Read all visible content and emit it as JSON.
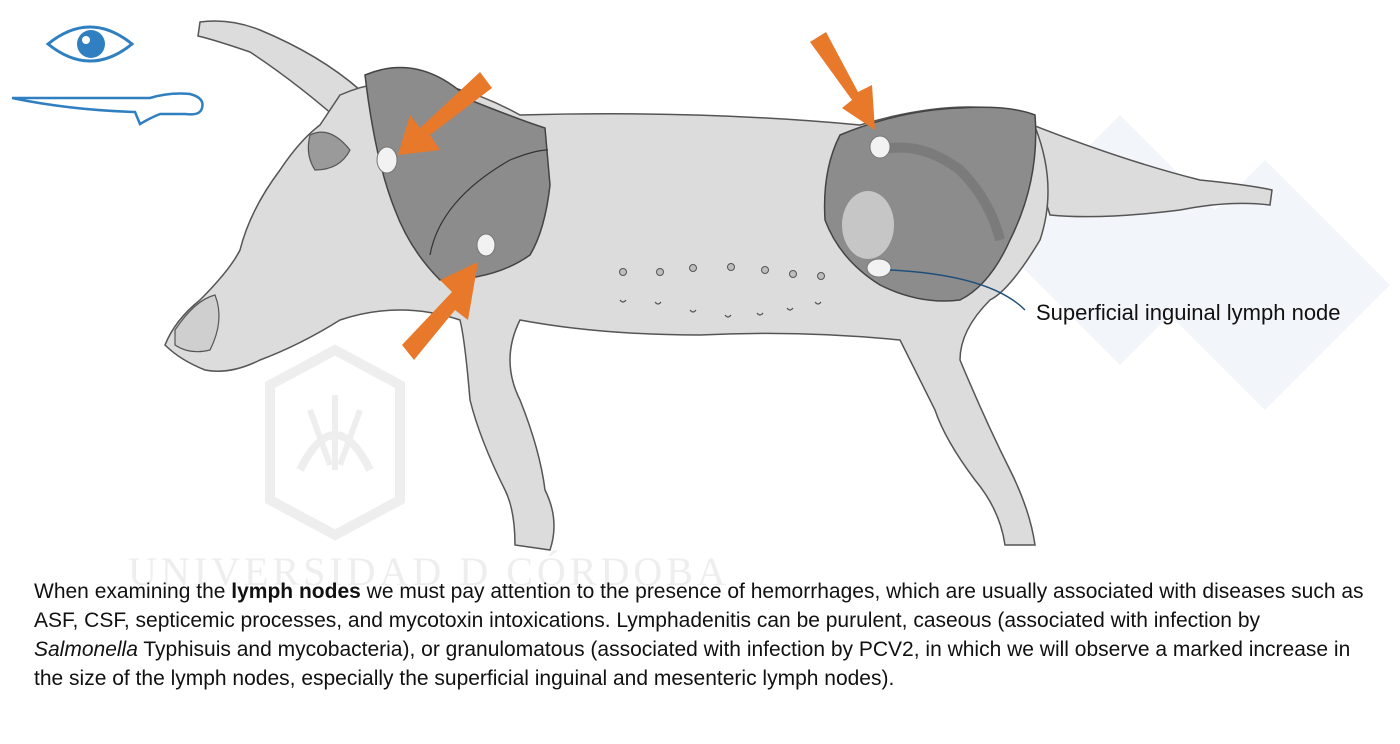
{
  "watermark": {
    "university_text": "UNIVERSIDAD D CÓRDOBA"
  },
  "icons": {
    "inspection": "eye-icon",
    "incision": "knife-icon"
  },
  "labels": {
    "superficial_inguinal": "Superficial inguinal lymph node"
  },
  "caption": {
    "p1": "When examining the ",
    "bold1": "lymph nodes",
    "p2": " we must pay attention to the presence of hemorrhages, which are usually associated with diseases such as ASF, CSF, septicemic processes, and mycotoxin intoxications. Lymphadenitis can be purulent, caseous (associated with infection by ",
    "italic1": "Salmonella",
    "p3": " Typhisuis and mycobacteria), or granulomatous (associated with infection by PCV2, in which we will observe a marked increase in the size of the lymph nodes, especially the superficial inguinal and mesenteric lymph nodes)."
  },
  "colors": {
    "arrow": "#E8792B",
    "body_fill": "#DCDCDC",
    "region_fill": "#8C8C8C",
    "outline": "#555555",
    "icon_blue": "#2F7FC1",
    "callout_line": "#1E4F7A"
  }
}
